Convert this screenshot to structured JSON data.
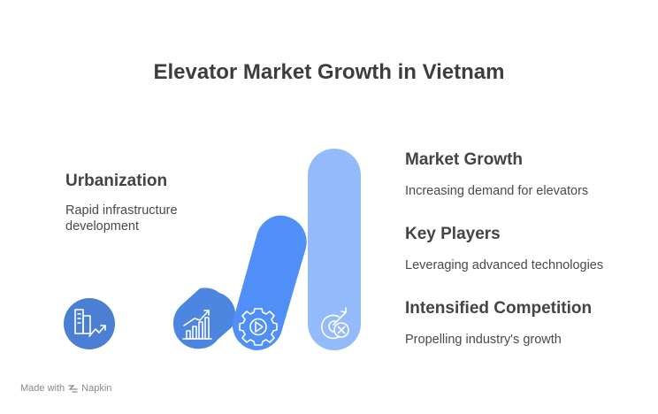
{
  "title": "Elevator Market Growth in Vietnam",
  "left": {
    "heading": "Urbanization",
    "description_lines": [
      "Rapid infrastructure",
      "development"
    ]
  },
  "items": [
    {
      "heading": "Market Growth",
      "description": "Increasing demand for elevators"
    },
    {
      "heading": "Key Players",
      "description": "Leveraging advanced technologies"
    },
    {
      "heading": "Intensified Competition",
      "description": "Propelling industry's growth"
    }
  ],
  "icons": [
    "buildings-growth-icon",
    "chart-growth-icon",
    "gear-play-icon",
    "target-x-icon"
  ],
  "colors": {
    "circle": "#4a7fd4",
    "pill_small": "#4d86e0",
    "pill_mid": "#4f8ff7",
    "pill_tall": "#93bbfb",
    "text": "#444444"
  },
  "footer": {
    "prefix": "Made with",
    "brand": "Napkin"
  }
}
